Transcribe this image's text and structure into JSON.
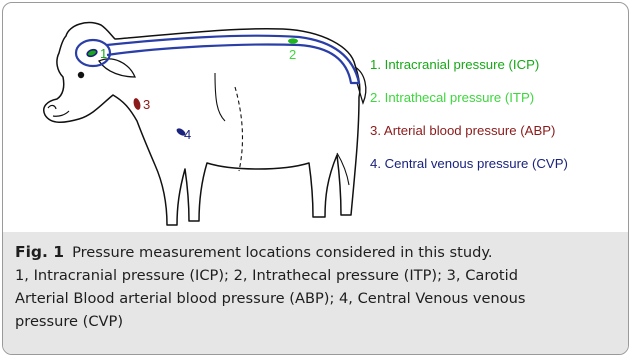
{
  "legend": [
    {
      "text": "1. Intracranial pressure (ICP)",
      "color": "#18a818"
    },
    {
      "text": "2. Intrathecal pressure (ITP)",
      "color": "#3ed63e"
    },
    {
      "text": "3. Arterial blood pressure (ABP)",
      "color": "#8b1a1a"
    },
    {
      "text": "4. Central venous pressure (CVP)",
      "color": "#1a237e"
    }
  ],
  "markers": {
    "m1": "1",
    "m2": "2",
    "m3": "3",
    "m4": "4"
  },
  "colors": {
    "spine_outline": "#2a3ea8",
    "icp_marker": "#18a818",
    "itp_marker": "#1fb81f",
    "abp_marker": "#8b1a1a",
    "cvp_marker": "#1a237e",
    "caption_background": "#e6e6e6"
  },
  "caption": {
    "label": "Fig. 1",
    "lines": [
      "Pressure measurement locations considered in this study.",
      "1, Intracranial pressure (ICP); 2, Intrathecal pressure (ITP); 3, Carotid",
      "Arterial Blood arterial blood pressure (ABP); 4, Central Venous venous",
      "pressure (CVP)"
    ]
  }
}
